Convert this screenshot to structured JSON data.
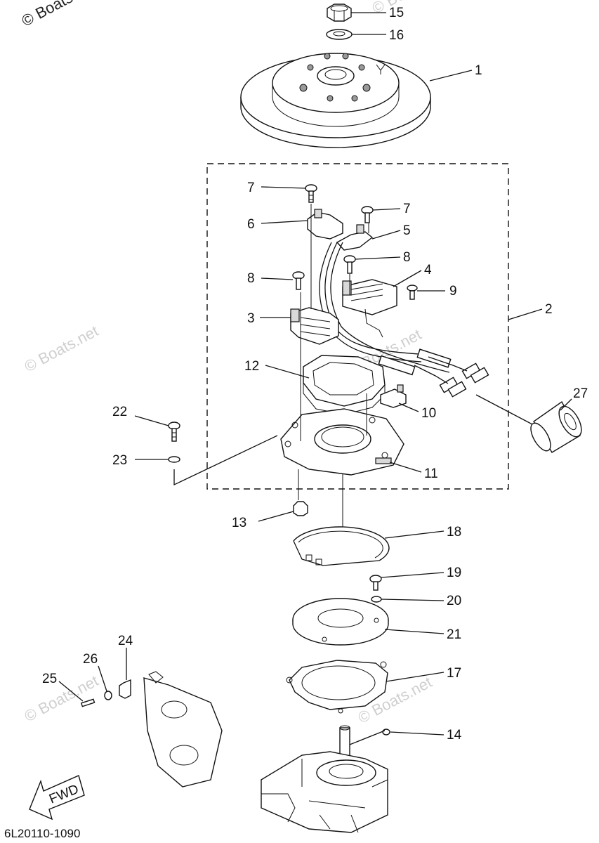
{
  "watermarks": {
    "top": "© Boats",
    "repeat": "© Boats.net"
  },
  "callouts": [
    {
      "number": "1"
    },
    {
      "number": "2"
    },
    {
      "number": "3"
    },
    {
      "number": "4"
    },
    {
      "number": "5"
    },
    {
      "number": "6"
    },
    {
      "number": "7"
    },
    {
      "number": "7"
    },
    {
      "number": "8"
    },
    {
      "number": "8"
    },
    {
      "number": "9"
    },
    {
      "number": "10"
    },
    {
      "number": "11"
    },
    {
      "number": "12"
    },
    {
      "number": "13"
    },
    {
      "number": "14"
    },
    {
      "number": "15"
    },
    {
      "number": "16"
    },
    {
      "number": "17"
    },
    {
      "number": "18"
    },
    {
      "number": "19"
    },
    {
      "number": "20"
    },
    {
      "number": "21"
    },
    {
      "number": "22"
    },
    {
      "number": "23"
    },
    {
      "number": "24"
    },
    {
      "number": "25"
    },
    {
      "number": "26"
    },
    {
      "number": "27"
    }
  ],
  "direction_label": "FWD",
  "diagram_code": "6L20110-1090"
}
